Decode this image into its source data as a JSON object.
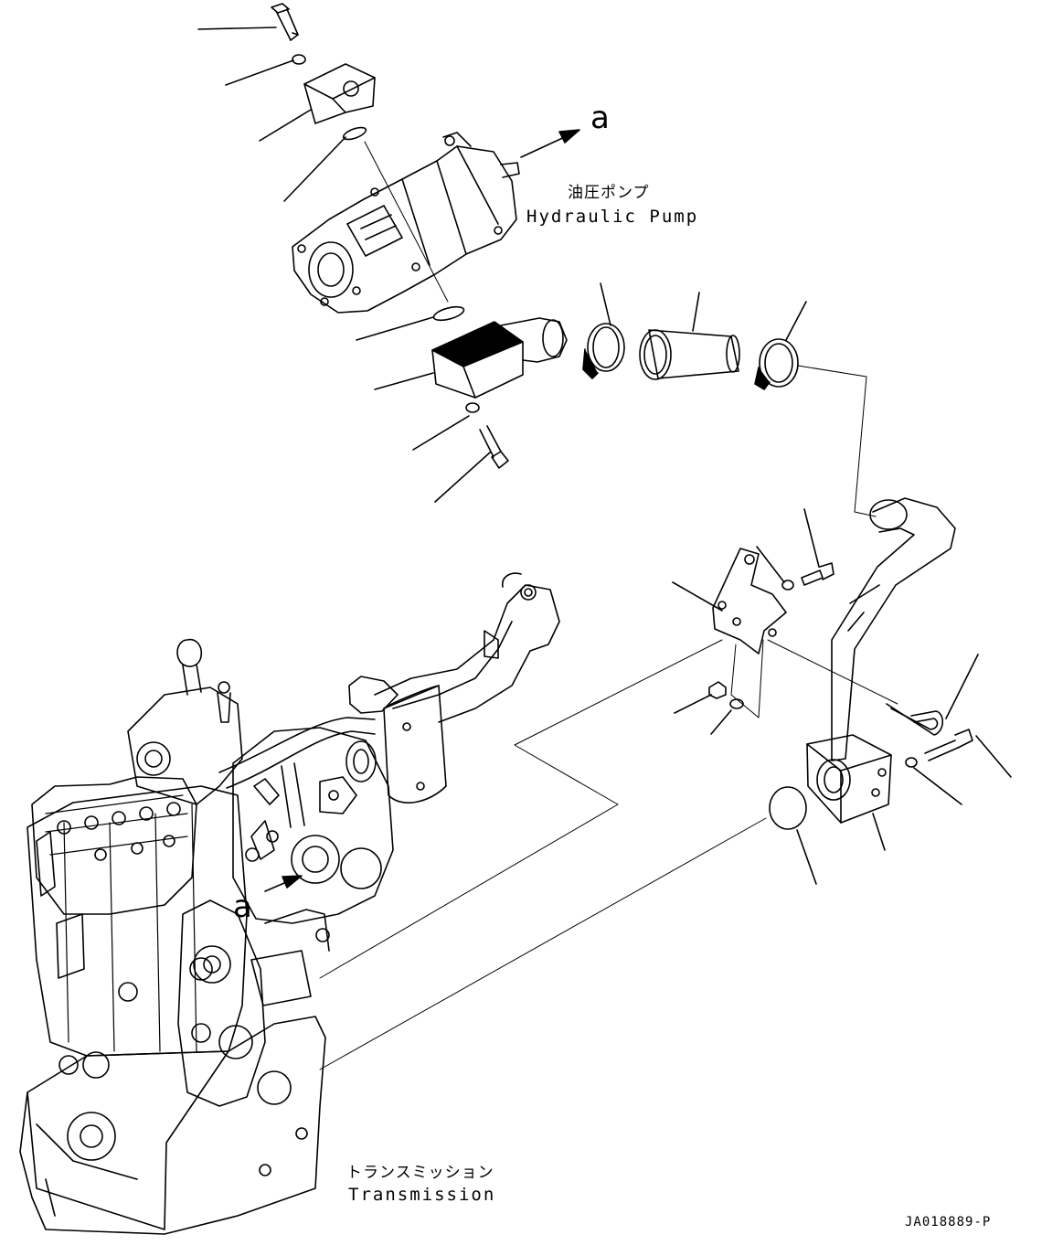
{
  "labels": {
    "pump_jp": "油圧ポンプ",
    "pump_en": "Hydraulic Pump",
    "transmission_jp": "トランスミッション",
    "transmission_en": "Transmission",
    "ref_a_top": "a",
    "ref_a_bottom": "a",
    "drawing_code": "JA018889-P"
  }
}
